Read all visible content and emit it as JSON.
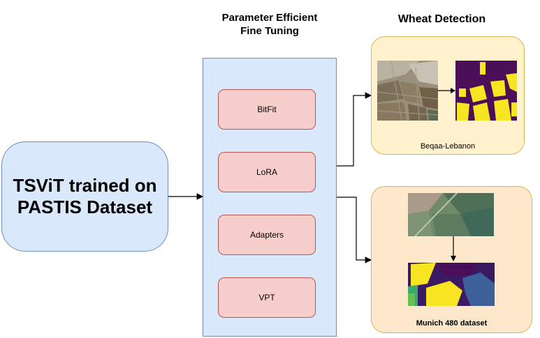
{
  "titles": {
    "peft": "Parameter Efficient\nFine Tuning",
    "wheat": "Wheat Detection"
  },
  "source": {
    "label": "TSViT trained on\nPASTIS Dataset"
  },
  "methods": [
    "BitFit",
    "LoRA",
    "Adapters",
    "VPT"
  ],
  "regions": {
    "beqaa": "Beqaa-Lebanon",
    "munich": "Munich 480 dataset"
  },
  "colors": {
    "blue_fill": "#dae8fc",
    "blue_stroke": "#6c8ebf",
    "red_fill": "#f8cecc",
    "red_stroke": "#b85450",
    "yellow_fill": "#fff2cc",
    "yellow_stroke": "#d6b656",
    "mask_purple": "#4b0f5a",
    "mask_yellow": "#f7e521"
  }
}
